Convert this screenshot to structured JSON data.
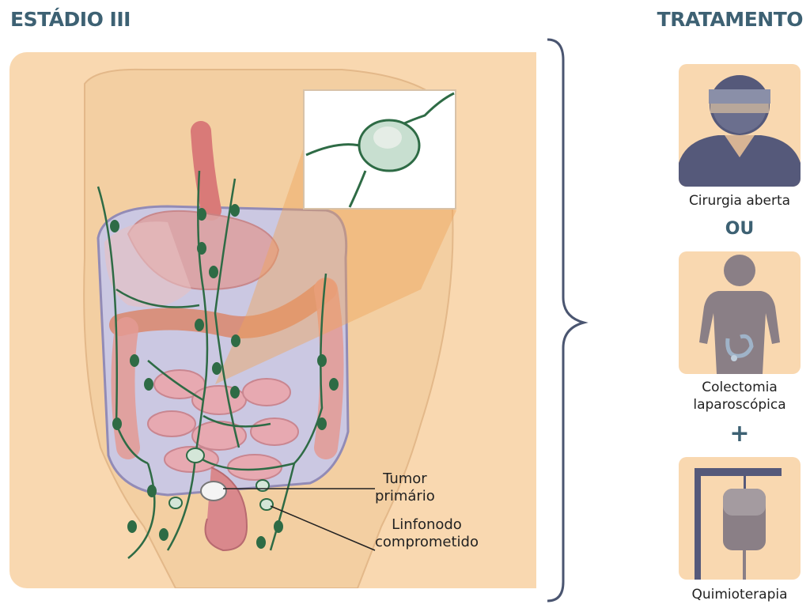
{
  "stage_heading": "ESTÁDIO III",
  "treatment_heading": "TRATAMENTO",
  "labels": {
    "tumor": "Tumor\nprimário",
    "lymph": "Linfonodo\ncomprometido"
  },
  "options": {
    "surgery": "Cirurgia aberta",
    "or": "OU",
    "laparoscopic": "Colectomia\nlaparoscópica",
    "plus": "+",
    "chemo": "Quimioterapia"
  },
  "colors": {
    "heading": "#3d6173",
    "panel": "#f9d8b0",
    "brace": "#4a5570",
    "node": "#2e6b45"
  }
}
